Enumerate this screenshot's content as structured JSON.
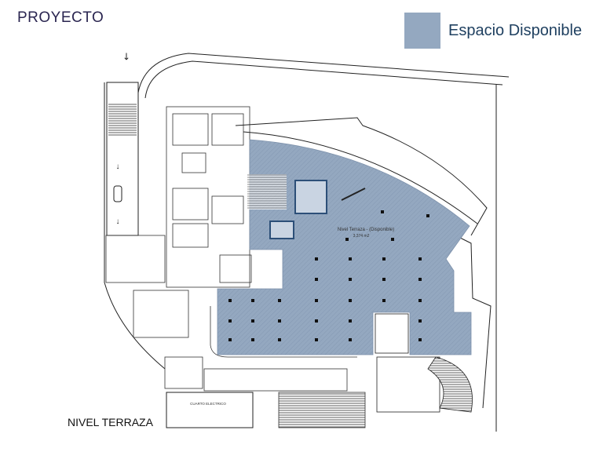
{
  "header": {
    "title": "PROYECTO"
  },
  "legend": {
    "label": "Espacio Disponible",
    "color": "#94a8c0"
  },
  "plan": {
    "level_name": "NIVEL TERRAZA",
    "area_label": "Nivel Terraza - (Disponible)",
    "area_size": "3,374  m2",
    "room_label": "CUARTO ELECTRICO",
    "available_color": "#94a8c0",
    "line_color": "#222222"
  }
}
